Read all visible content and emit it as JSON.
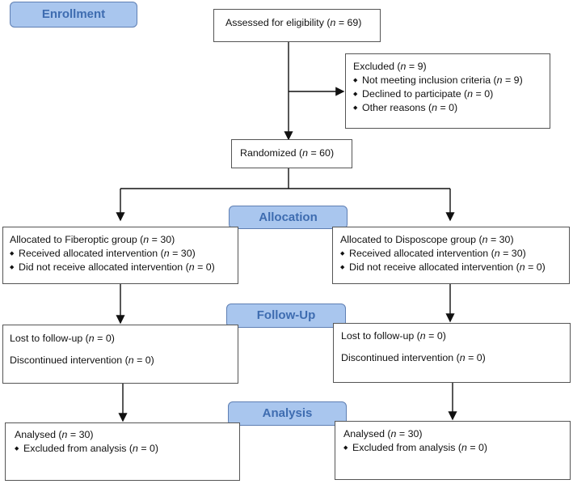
{
  "stages": {
    "enrollment": "Enrollment",
    "allocation": "Allocation",
    "followup": "Follow-Up",
    "analysis": "Analysis"
  },
  "assessed": {
    "pre": "Assessed for eligibility (",
    "n": "n",
    "post": " = 69)"
  },
  "excluded": {
    "title": {
      "pre": "Excluded  (",
      "n": "n",
      "post": " = 9)"
    },
    "items": [
      {
        "pre": "Not meeting inclusion criteria (",
        "n": "n",
        "post": " = 9)"
      },
      {
        "pre": "Declined to participate (",
        "n": "n",
        "post": " = 0)"
      },
      {
        "pre": "Other reasons (",
        "n": "n",
        "post": " = 0)"
      }
    ]
  },
  "randomized": {
    "pre": "Randomized (",
    "n": "n",
    "post": " = 60)"
  },
  "left": {
    "allocation": {
      "title": {
        "pre": "Allocated to Fiberoptic group (",
        "n": "n",
        "post": " = 30)"
      },
      "items": [
        {
          "pre": "Received allocated intervention (",
          "n": "n",
          "post": " = 30)"
        },
        {
          "pre": "Did not receive allocated intervention (",
          "n": "n",
          "post": " = 0)"
        }
      ]
    },
    "followup": {
      "lost": {
        "pre": "Lost to follow-up (",
        "n": "n",
        "post": " = 0)"
      },
      "discontinued": {
        "pre": "Discontinued intervention (",
        "n": "n",
        "post": " = 0)"
      }
    },
    "analysis": {
      "title": {
        "pre": "Analysed  (",
        "n": "n",
        "post": " = 30)"
      },
      "items": [
        {
          "pre": "Excluded from analysis (",
          "n": "n",
          "post": " = 0)"
        }
      ]
    }
  },
  "right": {
    "allocation": {
      "title": {
        "pre": "Allocated to Disposcope group (",
        "n": "n",
        "post": " = 30)"
      },
      "items": [
        {
          "pre": "Received allocated intervention (",
          "n": "n",
          "post": " = 30)"
        },
        {
          "pre": "Did not receive allocated intervention (",
          "n": "n",
          "post": " = 0)"
        }
      ]
    },
    "followup": {
      "lost": {
        "pre": "Lost to follow-up (",
        "n": "n",
        "post": " = 0)"
      },
      "discontinued": {
        "pre": "Discontinued intervention (",
        "n": "n",
        "post": " = 0)"
      }
    },
    "analysis": {
      "title": {
        "pre": "Analysed  (",
        "n": "n",
        "post": " = 30)"
      },
      "items": [
        {
          "pre": "Excluded from analysis (",
          "n": "n",
          "post": " = 0)"
        }
      ]
    }
  }
}
